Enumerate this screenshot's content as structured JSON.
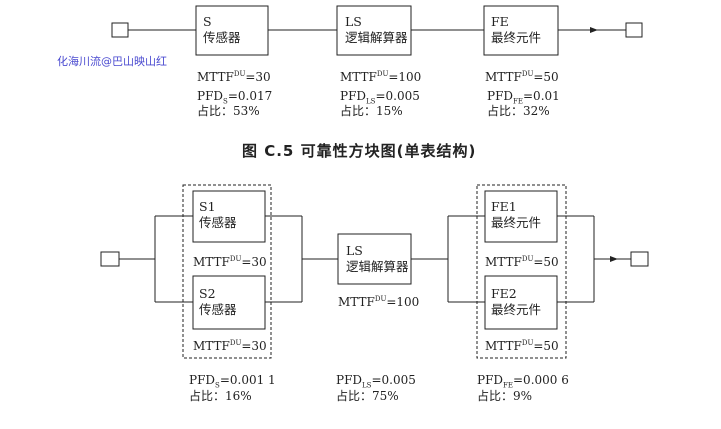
{
  "watermark": "化海川流@巴山映山红",
  "caption": "图 C.5   可靠性方块图(单表结构)",
  "top": {
    "blocks": [
      {
        "code": "S",
        "name": "传感器",
        "mttf_label": "MTTF",
        "mttf_sup": "DU",
        "mttf_value": "=30",
        "pfd_label": "PFD",
        "pfd_sub": "S",
        "pfd_value": "=0.017",
        "share": "占比：53%"
      },
      {
        "code": "LS",
        "name": "逻辑解算器",
        "mttf_label": "MTTF",
        "mttf_sup": "DU",
        "mttf_value": "=100",
        "pfd_label": "PFD",
        "pfd_sub": "LS",
        "pfd_value": "=0.005",
        "share": "占比：15%"
      },
      {
        "code": "FE",
        "name": "最终元件",
        "mttf_label": "MTTF",
        "mttf_sup": "DU",
        "mttf_value": "=50",
        "pfd_label": "PFD",
        "pfd_sub": "FE",
        "pfd_value": "=0.01",
        "share": "占比：32%"
      }
    ]
  },
  "bottom": {
    "blocks": [
      {
        "code": "S1",
        "name": "传感器",
        "mttf_value": "=30"
      },
      {
        "code": "S2",
        "name": "传感器",
        "mttf_value": "=30"
      },
      {
        "code": "LS",
        "name": "逻辑解算器",
        "mttf_value": "=100"
      },
      {
        "code": "FE1",
        "name": "最终元件",
        "mttf_value": "=50"
      },
      {
        "code": "FE2",
        "name": "最终元件",
        "mttf_value": "=50"
      }
    ],
    "mttf_label": "MTTF",
    "mttf_sup": "DU",
    "pfd": [
      {
        "label": "PFD",
        "sub": "S",
        "value": "=0.001 1",
        "share": "占比：16%"
      },
      {
        "label": "PFD",
        "sub": "LS",
        "value": "=0.005",
        "share": "占比：75%"
      },
      {
        "label": "PFD",
        "sub": "FE",
        "value": "=0.000 6",
        "share": "占比：9%"
      }
    ]
  }
}
